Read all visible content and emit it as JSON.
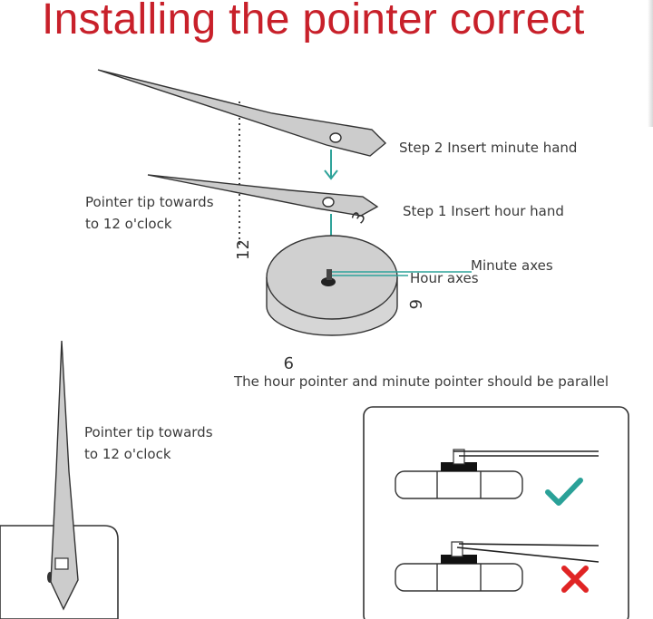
{
  "title": "Installing the pointer correct",
  "labels": {
    "step2": "Step 2 Insert minute hand",
    "step1": "Step 1 Insert hour hand",
    "tip_top_line1": "Pointer tip towards",
    "tip_top_line2": "to 12 o'clock",
    "minute_axes": "Minute axes",
    "hour_axes": "Hour axes",
    "parallel_note": "The hour pointer and minute pointer should be parallel",
    "tip_bottom_line1": "Pointer tip towards",
    "tip_bottom_line2": "to 12 o'clock"
  },
  "dial_numbers": {
    "twelve": "12",
    "three": "3",
    "six": "6",
    "nine": "9"
  },
  "status_marks": {
    "correct": "checkmark",
    "wrong": "cross"
  },
  "colors": {
    "title": "#c8202a",
    "arrow": "#2fa39a",
    "hand_fill": "#d0d0d0",
    "check": "#2aa198",
    "cross": "#e02424"
  }
}
